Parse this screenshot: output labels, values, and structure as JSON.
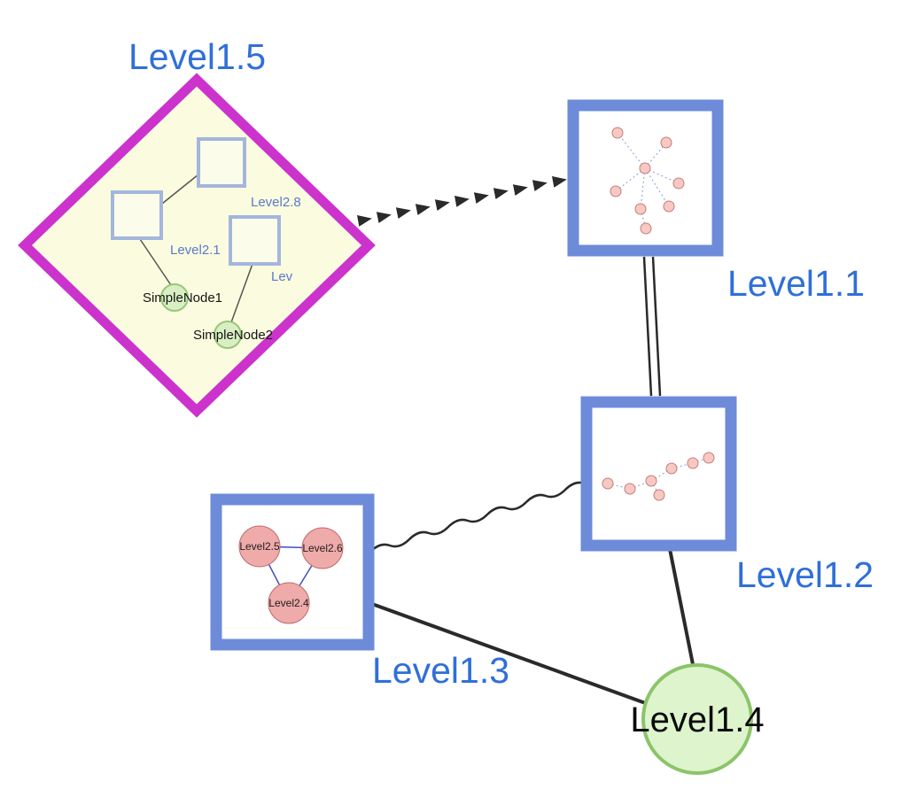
{
  "diagram_type": "nested-graph",
  "nodes": {
    "level15": {
      "label": "Level1.5",
      "shape": "diamond-group",
      "border_color": "#cc33cc",
      "fill": "#fbfbdf"
    },
    "level11": {
      "label": "Level1.1",
      "shape": "box-group",
      "border_color": "#6d8bd9",
      "fill": "#ffffff"
    },
    "level12": {
      "label": "Level1.2",
      "shape": "box-group",
      "border_color": "#6d8bd9",
      "fill": "#ffffff"
    },
    "level13": {
      "label": "Level1.3",
      "shape": "box-group",
      "border_color": "#6d8bd9",
      "fill": "#ffffff"
    },
    "level14": {
      "label": "Level1.4",
      "shape": "circle",
      "border_color": "#8cc46a",
      "fill": "#def4cd"
    }
  },
  "level15_children": {
    "square_labels": {
      "level28": {
        "label": "Level2.8"
      },
      "level21": {
        "label": "Level2.1"
      },
      "level2x": {
        "label": "Lev"
      }
    },
    "simple_nodes": {
      "simple1": {
        "label": "SimpleNode1"
      },
      "simple2": {
        "label": "SimpleNode2"
      }
    }
  },
  "level13_children": {
    "level25": {
      "label": "Level2.5"
    },
    "level26": {
      "label": "Level2.6"
    },
    "level24": {
      "label": "Level2.4"
    }
  },
  "edges": [
    {
      "from": "Level1.5",
      "to": "Level1.1",
      "style": "dashed-arrowheads"
    },
    {
      "from": "Level1.1",
      "to": "Level1.2",
      "style": "double-line"
    },
    {
      "from": "Level1.3",
      "to": "Level1.2",
      "style": "wavy"
    },
    {
      "from": "Level1.3",
      "to": "Level1.4",
      "style": "solid"
    },
    {
      "from": "Level1.2",
      "to": "Level1.4",
      "style": "solid"
    }
  ],
  "colors": {
    "label_blue": "#2f6fd8",
    "diamond_magenta": "#cc33cc",
    "diamond_fill": "#fbfbdf",
    "box_blue": "#6d8bd9",
    "green_fill": "#def4cd",
    "green_border": "#8cc46a",
    "pink_fill": "#efaaaa",
    "pink_border": "#c06a6a",
    "edge_color": "#2a2a2a",
    "inner_edge_blue": "#3d4fc4"
  }
}
